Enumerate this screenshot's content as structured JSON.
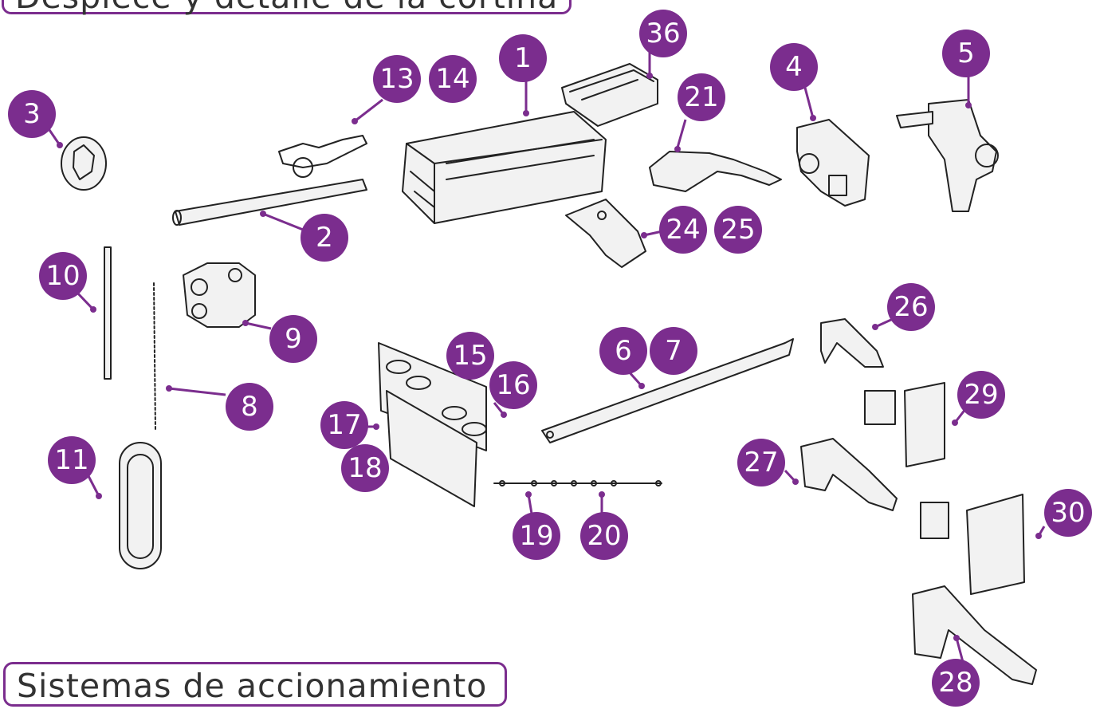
{
  "titles": {
    "top": "Despiece y detalle de la cortina",
    "bottom": "Sistemas de accionamiento"
  },
  "colors": {
    "badge": "#7b2d8e",
    "line": "#222222"
  },
  "parts": {
    "p1": "1",
    "p2": "2",
    "p3": "3",
    "p4": "4",
    "p5": "5",
    "p6": "6",
    "p7": "7",
    "p8": "8",
    "p9": "9",
    "p10": "10",
    "p11": "11",
    "p13": "13",
    "p14": "14",
    "p15": "15",
    "p16": "16",
    "p17": "17",
    "p18": "18",
    "p19": "19",
    "p20": "20",
    "p21": "21",
    "p24": "24",
    "p25": "25",
    "p26": "26",
    "p27": "27",
    "p28": "28",
    "p29": "29",
    "p30": "30",
    "p36": "36"
  }
}
